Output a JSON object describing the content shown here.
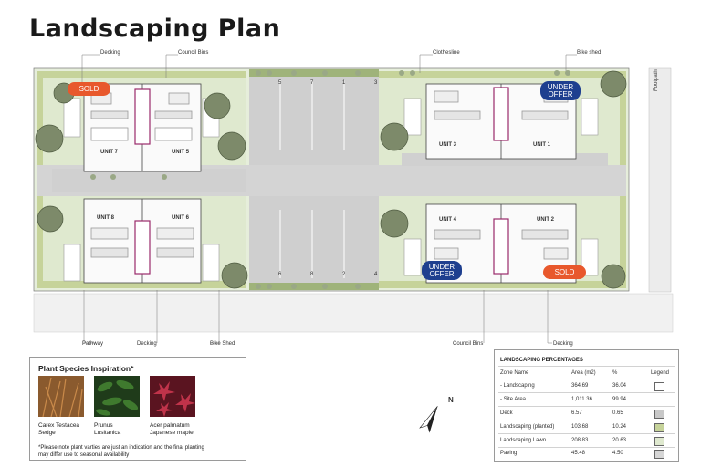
{
  "title": "Landscaping Plan",
  "callouts": {
    "decking_top": "Decking",
    "council_bins_top": "Council Bins",
    "clothesline": "Clothesline",
    "bike_shed_top": "Bike shed",
    "footpath": "Footpath",
    "pathway": "Pathway",
    "decking_bottom_left": "Decking",
    "bike_shed_bottom": "Bike Shed",
    "council_bins_bottom": "Council Bins",
    "decking_bottom_right": "Decking"
  },
  "units": {
    "unit1": "UNIT 1",
    "unit2": "UNIT 2",
    "unit3": "UNIT 3",
    "unit4": "UNIT 4",
    "unit5": "UNIT 5",
    "unit6": "UNIT 6",
    "unit7": "UNIT 7",
    "unit8": "UNIT 8"
  },
  "badges": {
    "sold_top": "SOLD",
    "under_top_l1": "UNDER",
    "under_top_l2": "OFFER",
    "under_bottom_l1": "UNDER",
    "under_bottom_l2": "OFFER",
    "sold_bottom": "SOLD"
  },
  "parking": {
    "top": [
      "5",
      "7",
      "1",
      "3"
    ],
    "bottom": [
      "6",
      "8",
      "2",
      "4"
    ]
  },
  "plants": {
    "heading": "Plant Species Inspiration*",
    "items": [
      {
        "name_l1": "Carex Testacea",
        "name_l2": "Sedge"
      },
      {
        "name_l1": "Prunus",
        "name_l2": "Lusitanica"
      },
      {
        "name_l1": "Acer palmatum",
        "name_l2": "Japanese maple"
      }
    ],
    "note_l1": "*Please note plant varties are just an indication and the final planting",
    "note_l2": "may differ use to seasonal availability"
  },
  "compass": {
    "label": "N"
  },
  "percentages": {
    "heading": "LANDSCAPING PERCENTAGES",
    "columns": {
      "zone": "Zone Name",
      "area": "Area (m2)",
      "pct": "%",
      "legend": "Legend"
    },
    "rows": [
      {
        "zone": "- Landscaping",
        "area": "364.69",
        "pct": "36.04",
        "legend_color": "#ffffff"
      },
      {
        "zone": "- Site Area",
        "area": "1,011.36",
        "pct": "99.94",
        "legend_color": ""
      },
      {
        "zone": "Deck",
        "area": "6.57",
        "pct": "0.65",
        "legend_color": "#c8c8c8"
      },
      {
        "zone": "Landscaping (planted)",
        "area": "103.68",
        "pct": "10.24",
        "legend_color": "#c6d39a"
      },
      {
        "zone": "Landscaping Lawn",
        "area": "208.83",
        "pct": "20.63",
        "legend_color": "#dfe9cf"
      },
      {
        "zone": "Paving",
        "area": "45.48",
        "pct": "4.50",
        "legend_color": "#d6d6d6"
      }
    ]
  },
  "colors": {
    "lawn": "#dfe9cf",
    "planted": "#c6d39a",
    "paving": "#d9d9d9",
    "driveway": "#cfcfcf",
    "sold": "#e8582c",
    "under_offer": "#1e3f8f",
    "stair": "#9a2a6a"
  }
}
